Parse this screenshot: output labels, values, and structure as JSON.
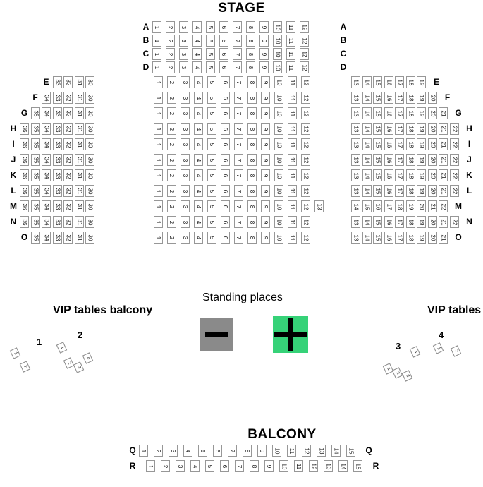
{
  "stage": {
    "title": "STAGE"
  },
  "standing": {
    "label": "Standing places"
  },
  "vip_left": {
    "label": "VIP tables balcony",
    "tables": [
      {
        "number": "1",
        "seats": [
          "1",
          "2"
        ]
      },
      {
        "number": "2",
        "seats": [
          "1",
          "2",
          "3",
          "4"
        ]
      }
    ]
  },
  "vip_right": {
    "label": "VIP tables",
    "tables": [
      {
        "number": "3",
        "seats": [
          "1",
          "2",
          "3",
          "4"
        ]
      },
      {
        "number": "4",
        "seats": [
          "1",
          "2"
        ]
      }
    ]
  },
  "hall": {
    "rows": [
      {
        "label": "A",
        "center": [
          1,
          2,
          3,
          4,
          5,
          6,
          7,
          8,
          9,
          10,
          11,
          12
        ]
      },
      {
        "label": "B",
        "center": [
          1,
          2,
          3,
          4,
          5,
          6,
          7,
          8,
          9,
          10,
          11,
          12
        ]
      },
      {
        "label": "C",
        "center": [
          1,
          2,
          3,
          4,
          5,
          6,
          7,
          8,
          9,
          10,
          11,
          12
        ]
      },
      {
        "label": "D",
        "center": [
          1,
          2,
          3,
          4,
          5,
          6,
          7,
          8,
          9,
          10,
          11,
          12
        ]
      },
      {
        "label": "E",
        "left": [
          33,
          32,
          31,
          30
        ],
        "center": [
          1,
          2,
          3,
          4,
          5,
          6,
          7,
          8,
          9,
          10,
          11,
          12
        ],
        "right": [
          13,
          14,
          15,
          16,
          17,
          18,
          19
        ]
      },
      {
        "label": "F",
        "left": [
          34,
          33,
          32,
          31,
          30
        ],
        "center": [
          1,
          2,
          3,
          4,
          5,
          6,
          7,
          8,
          9,
          10,
          11,
          12
        ],
        "right": [
          13,
          14,
          15,
          16,
          17,
          18,
          19,
          20
        ]
      },
      {
        "label": "G",
        "left": [
          35,
          34,
          33,
          32,
          31,
          30
        ],
        "center": [
          1,
          2,
          3,
          4,
          5,
          6,
          7,
          8,
          9,
          10,
          11,
          12
        ],
        "right": [
          13,
          14,
          15,
          16,
          17,
          18,
          19,
          20,
          21
        ]
      },
      {
        "label": "H",
        "left": [
          36,
          35,
          34,
          33,
          32,
          31,
          30
        ],
        "center": [
          1,
          2,
          3,
          4,
          5,
          6,
          7,
          8,
          9,
          10,
          11,
          12
        ],
        "right": [
          13,
          14,
          15,
          16,
          17,
          18,
          19,
          20,
          21,
          22
        ]
      },
      {
        "label": "I",
        "left": [
          36,
          35,
          34,
          33,
          32,
          31,
          30
        ],
        "center": [
          1,
          2,
          3,
          4,
          5,
          6,
          7,
          8,
          9,
          10,
          11,
          12
        ],
        "right": [
          13,
          14,
          15,
          16,
          17,
          18,
          19,
          20,
          21,
          22
        ]
      },
      {
        "label": "J",
        "left": [
          36,
          35,
          34,
          33,
          32,
          31,
          30
        ],
        "center": [
          1,
          2,
          3,
          4,
          5,
          6,
          7,
          8,
          9,
          10,
          11,
          12
        ],
        "right": [
          13,
          14,
          15,
          16,
          17,
          18,
          19,
          20,
          21,
          22
        ]
      },
      {
        "label": "K",
        "left": [
          36,
          35,
          34,
          33,
          32,
          31,
          30
        ],
        "center": [
          1,
          2,
          3,
          4,
          5,
          6,
          7,
          8,
          9,
          10,
          11,
          12
        ],
        "right": [
          13,
          14,
          15,
          16,
          17,
          18,
          19,
          20,
          21,
          22
        ]
      },
      {
        "label": "L",
        "left": [
          36,
          35,
          34,
          33,
          32,
          31,
          30
        ],
        "center": [
          1,
          2,
          3,
          4,
          5,
          6,
          7,
          8,
          9,
          10,
          11,
          12
        ],
        "right": [
          13,
          14,
          15,
          16,
          17,
          18,
          19,
          20,
          21,
          22
        ]
      },
      {
        "label": "M",
        "left": [
          36,
          35,
          34,
          33,
          32,
          31,
          30
        ],
        "center": [
          1,
          2,
          3,
          4,
          5,
          6,
          7,
          8,
          9,
          10,
          11,
          12,
          13
        ],
        "right": [
          14,
          15,
          16,
          17,
          18,
          19,
          20,
          21,
          22
        ]
      },
      {
        "label": "N",
        "left": [
          36,
          35,
          34,
          33,
          32,
          31,
          30
        ],
        "center": [
          1,
          2,
          3,
          4,
          5,
          6,
          7,
          8,
          9,
          10,
          11,
          12
        ],
        "right": [
          13,
          14,
          15,
          16,
          17,
          18,
          19,
          20,
          21,
          22
        ]
      },
      {
        "label": "O",
        "left": [
          35,
          34,
          33,
          32,
          31,
          30
        ],
        "center": [
          1,
          2,
          3,
          4,
          5,
          6,
          7,
          8,
          9,
          10,
          11,
          12
        ],
        "right": [
          13,
          14,
          15,
          16,
          17,
          18,
          19,
          20,
          21
        ]
      }
    ]
  },
  "balcony": {
    "title": "BALCONY",
    "rows": [
      {
        "label": "Q",
        "seats": [
          1,
          2,
          3,
          4,
          5,
          6,
          7,
          8,
          9,
          10,
          11,
          12,
          13,
          14,
          15
        ]
      },
      {
        "label": "R",
        "seats": [
          1,
          2,
          3,
          4,
          5,
          6,
          7,
          8,
          9,
          10,
          11,
          12,
          13,
          14,
          15
        ]
      }
    ]
  },
  "colors": {
    "plus_green": "#36d278",
    "minus_gray": "#8a8a8a",
    "seat_border": "#979797",
    "seat_fill": "#ffffff"
  }
}
